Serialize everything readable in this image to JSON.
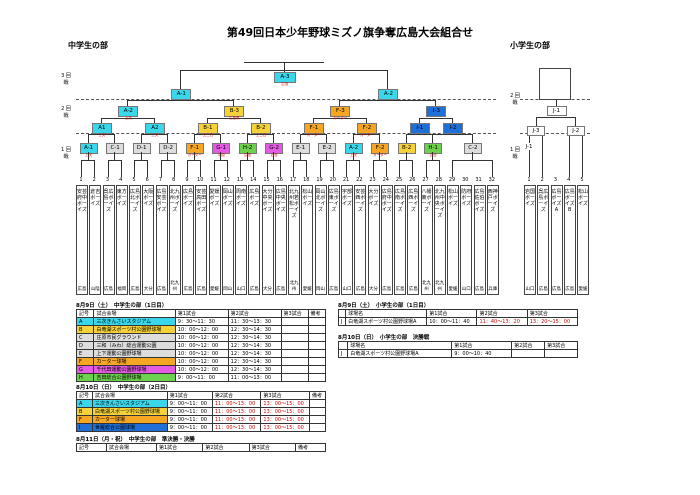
{
  "title": "第49回日本少年野球ミズノ旗争奪広島大会組合せ",
  "sections": {
    "junior": "中学生の部",
    "elementary": "小学生の部"
  },
  "round_labels": {
    "r3": "3\n回\n戦",
    "r2": "2\n回\n戦",
    "r1": "1\n回\n戦"
  },
  "final_box": {
    "label": "A-3",
    "sub": "広島",
    "color": "#3ad6ea"
  },
  "r3_boxes": [
    {
      "label": "A-1",
      "sub": "",
      "color": "#3ad6ea"
    },
    {
      "label": "A-2",
      "sub": "",
      "color": "#3ad6ea"
    }
  ],
  "r2_boxes": [
    {
      "label": "A-2",
      "sub": "上天",
      "color": "#3ad6ea"
    },
    {
      "label": "B-3",
      "sub": "広島県",
      "color": "#f5d23a"
    },
    {
      "label": "F-3",
      "sub": "カーター",
      "color": "#f5a623"
    },
    {
      "label": "I-3",
      "sub": "",
      "color": "#1f6fd6"
    }
  ],
  "r1a_boxes": [
    {
      "label": "A1",
      "sub": "上天",
      "color": "#3ad6ea"
    },
    {
      "label": "A2",
      "sub": "上天",
      "color": "#3ad6ea"
    },
    {
      "label": "B-1",
      "sub": "上三五",
      "color": "#f5d23a"
    },
    {
      "label": "B-2",
      "sub": "上三五",
      "color": "#f5d23a"
    },
    {
      "label": "F-1",
      "sub": "カーター",
      "color": "#f5a623"
    },
    {
      "label": "F-2",
      "sub": "カーター",
      "color": "#f5a623"
    },
    {
      "label": "I-1",
      "sub": "",
      "color": "#1f6fd6"
    },
    {
      "label": "I-2",
      "sub": "",
      "color": "#1f6fd6"
    }
  ],
  "r1b_boxes": [
    {
      "label": "A-1",
      "sub": "上天",
      "color": "#3ad6ea"
    },
    {
      "label": "C-1",
      "sub": "",
      "color": "#dddddd"
    },
    {
      "label": "D-1",
      "sub": "",
      "color": "#dddddd"
    },
    {
      "label": "D-2",
      "sub": "",
      "color": "#dddddd"
    },
    {
      "label": "F-1",
      "sub": "カーター",
      "color": "#f5a623"
    },
    {
      "label": "G-1",
      "sub": "中国",
      "color": "#e35be3"
    },
    {
      "label": "H-2",
      "sub": "広島",
      "color": "#6dd14e"
    },
    {
      "label": "G-2",
      "sub": "広島",
      "color": "#e35be3"
    },
    {
      "label": "E-1",
      "sub": "",
      "color": "#dddddd"
    },
    {
      "label": "E-2",
      "sub": "",
      "color": "#dddddd"
    },
    {
      "label": "A-2",
      "sub": "上天",
      "color": "#3ad6ea"
    },
    {
      "label": "F-2",
      "sub": "カーター",
      "color": "#f5a623"
    },
    {
      "label": "B-2",
      "sub": "",
      "color": "#f5d23a"
    },
    {
      "label": "H-1",
      "sub": "広島",
      "color": "#6dd14e"
    },
    {
      "label": "C-2",
      "sub": "",
      "color": "#dddddd"
    }
  ],
  "junior_teams": [
    {
      "no": "1",
      "name": "安芸府中ボーイズ",
      "pref": "広島"
    },
    {
      "no": "2",
      "name": "倉吉ボーイズ",
      "pref": "山陰"
    },
    {
      "no": "3",
      "name": "呉広島ボーイズ",
      "pref": "広島"
    },
    {
      "no": "4",
      "name": "東方ボーイズ",
      "pref": "福岡"
    },
    {
      "no": "5",
      "name": "広島北ボーイズ",
      "pref": "広島"
    },
    {
      "no": "6",
      "name": "大阪ボーイズ",
      "pref": "大分"
    },
    {
      "no": "7",
      "name": "広島安芸ボーイズ",
      "pref": "広島"
    },
    {
      "no": "8",
      "name": "北九州ボーイズ",
      "pref": "北九州"
    },
    {
      "no": "9",
      "name": "広島ボーイズ",
      "pref": "広島"
    },
    {
      "no": "10",
      "name": "安芸高田ボーイズ",
      "pref": "広島"
    },
    {
      "no": "11",
      "name": "愛媛ボーイズ",
      "pref": "愛媛"
    },
    {
      "no": "12",
      "name": "岡山ボーイズ",
      "pref": "岡山"
    },
    {
      "no": "13",
      "name": "周南ボーイズ",
      "pref": "山口"
    },
    {
      "no": "14",
      "name": "広島ボーイズ",
      "pref": "広島"
    },
    {
      "no": "15",
      "name": "大分中央ボーイズ",
      "pref": "大分"
    },
    {
      "no": "16",
      "name": "広島中央ボーイズ",
      "pref": "広島"
    },
    {
      "no": "17",
      "name": "北九州若松ボーイズ",
      "pref": "北九州"
    },
    {
      "no": "18",
      "name": "松山ボーイズ",
      "pref": "愛媛"
    },
    {
      "no": "19",
      "name": "岡山北ボーイズ",
      "pref": "岡山"
    },
    {
      "no": "20",
      "name": "広島東ボーイズ",
      "pref": "広島"
    },
    {
      "no": "21",
      "name": "宇部ボーイズ",
      "pref": "山口"
    },
    {
      "no": "22",
      "name": "安芸西ボーイズ",
      "pref": "広島"
    },
    {
      "no": "23",
      "name": "大分ボーイズ",
      "pref": "大分"
    },
    {
      "no": "24",
      "name": "広島府中ボーイズ",
      "pref": "広島"
    },
    {
      "no": "25",
      "name": "広島南ボーイズ",
      "pref": "広島"
    },
    {
      "no": "26",
      "name": "広島西ボーイズ",
      "pref": "広島"
    },
    {
      "no": "27",
      "name": "八幡東ボーイズ",
      "pref": "北九州"
    },
    {
      "no": "28",
      "name": "北九州中央ボーイズ",
      "pref": "北九州"
    },
    {
      "no": "29",
      "name": "松山ボーイズ",
      "pref": "愛媛"
    },
    {
      "no": "30",
      "name": "防府ボーイズ",
      "pref": "山口"
    },
    {
      "no": "31",
      "name": "広島佐伯ボーイズ",
      "pref": "広島"
    },
    {
      "no": "32",
      "name": "西神戸ボーイズ",
      "pref": "兵庫"
    }
  ],
  "elem_boxes": {
    "j1": {
      "label": "J-1",
      "sub": ""
    },
    "j3": {
      "label": "J-3",
      "sub": ""
    },
    "j2": {
      "label": "J-2",
      "sub": ""
    }
  },
  "elementary_teams": [
    {
      "no": "1",
      "name": "岩国ボーイズ",
      "pref": "山口"
    },
    {
      "no": "2",
      "name": "呉広島ボーイズ",
      "pref": "広島"
    },
    {
      "no": "3",
      "name": "広島ボーイズA",
      "pref": "広島"
    },
    {
      "no": "4",
      "name": "広島ボーイズB",
      "pref": "広島"
    },
    {
      "no": "5",
      "name": "松山ボーイズ",
      "pref": "愛媛"
    }
  ],
  "schedule": {
    "day1_title": "8月9日（土）　中学生の部（1日目）",
    "day1_head": [
      "記号",
      "試合会場",
      "第1試合",
      "第2試合",
      "第3試合",
      "備考"
    ],
    "day1_rows": [
      {
        "code": "A",
        "venue": "三次きんさいスタジアム",
        "g1": "9：30〜11：30",
        "g2": "11：30〜13：30",
        "g3": "",
        "note": "",
        "color": "#3ad6ea"
      },
      {
        "code": "B",
        "venue": "白竜湖スポーツ村公園野球場",
        "g1": "10：00〜12：00",
        "g2": "12：30〜14：30",
        "g3": "",
        "note": "",
        "color": "#f5d23a"
      },
      {
        "code": "C",
        "venue": "庄原市民グラウンド",
        "g1": "10：00〜12：00",
        "g2": "12：30〜14：30",
        "g3": "",
        "note": "",
        "color": "#dddddd"
      },
      {
        "code": "D",
        "venue": "三和（みわ）総合運動公園",
        "g1": "10：00〜12：00",
        "g2": "12：30〜14：30",
        "g3": "",
        "note": "",
        "color": "#dddddd"
      },
      {
        "code": "E",
        "venue": "上下運動公園野球場",
        "g1": "10：00〜12：00",
        "g2": "12：30〜14：30",
        "g3": "",
        "note": "",
        "color": "#dddddd"
      },
      {
        "code": "F",
        "venue": "カーター球場",
        "g1": "10：00〜12：00",
        "g2": "12：30〜14：30",
        "g3": "",
        "note": "",
        "color": "#f5a623"
      },
      {
        "code": "G",
        "venue": "千代田運動公園野球場",
        "g1": "10：00〜12：00",
        "g2": "12：30〜14：30",
        "g3": "",
        "note": "",
        "color": "#e35be3"
      },
      {
        "code": "H",
        "venue": "吉田総合公園野球場",
        "g1": "9：00〜11：00",
        "g2": "11：00〜13：00",
        "g3": "",
        "note": "",
        "color": "#6dd14e"
      }
    ],
    "day2_title": "8月10日（日）　中学生の部（2日目）",
    "day2_head": [
      "記号",
      "試合会場",
      "第1試合",
      "第2試合",
      "第3試合",
      "備考"
    ],
    "day2_rows": [
      {
        "code": "A",
        "venue": "三次きんさいスタジアム",
        "g1": "9：00〜11：00",
        "g2": "11：00〜13：00",
        "g3": "13：00〜15：00",
        "note": "",
        "color": "#3ad6ea"
      },
      {
        "code": "B",
        "venue": "白竜湖スポーツ村公園野球場",
        "g1": "9：00〜11：00",
        "g2": "11：00〜13：00",
        "g3": "13：00〜15：00",
        "note": "",
        "color": "#f5d23a"
      },
      {
        "code": "F",
        "venue": "カーター球場",
        "g1": "9：00〜11：00",
        "g2": "11：00〜13：00",
        "g3": "13：00〜15：00",
        "note": "",
        "color": "#f5a623"
      },
      {
        "code": "I",
        "venue": "世羅総合公園球場",
        "g1": "9：00〜11：00",
        "g2": "11：00〜13：00",
        "g3": "13：00〜15：00",
        "note": "",
        "color": "#1f6fd6"
      }
    ],
    "day3_title": "8月11日（月・祝）　中学生の部　準決勝・決勝",
    "day3_head": [
      "記号",
      "試合会場",
      "第1試合",
      "第2試合",
      "第3試合",
      "備考"
    ],
    "elem1_title": "8月9日（土）　小学生の部（1日目）",
    "elem1_head": [
      "",
      "球場名",
      "第1試合",
      "第2試合",
      "第3試合"
    ],
    "elem1_row": {
      "code": "J",
      "venue": "白竜湖スポーツ村公園野球場A",
      "g1": "10：00〜11：40",
      "g2": "11：40〜13：20",
      "g3": "13：20〜15：00"
    },
    "elem2_title": "8月10日（日）　小学生の部　決勝戦",
    "elem2_head": [
      "",
      "球場名",
      "第1試合",
      "第2試合",
      "第3試合"
    ],
    "elem2_row": {
      "code": "J",
      "venue": "白竜湖スポーツ村公園野球場A",
      "g1": "9：00〜10：40",
      "g2": "",
      "g3": ""
    }
  }
}
